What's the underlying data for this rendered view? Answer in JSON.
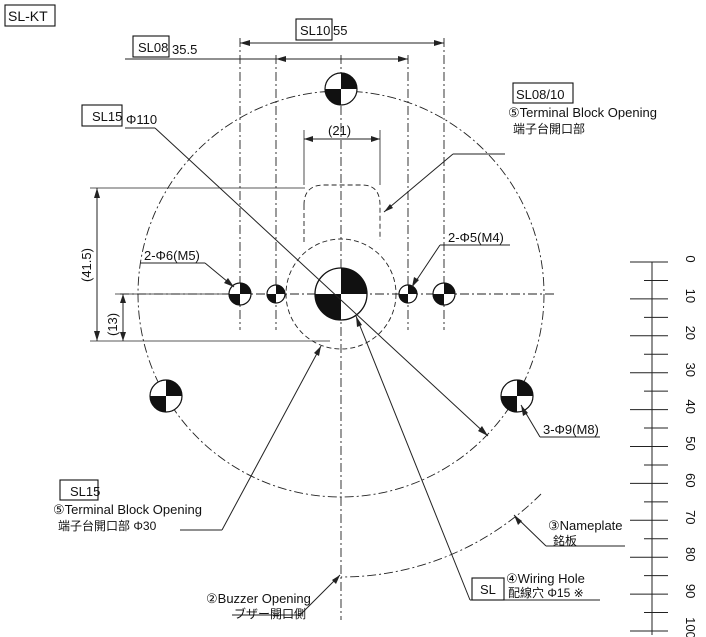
{
  "title": "SL-KT",
  "dims": {
    "sl10_tag": "SL10",
    "sl10_value": "55",
    "sl08_tag": "SL08",
    "sl08_value": "35.5",
    "sl15_tag": "SL15",
    "sl15_value": "Φ110",
    "w21": "(21)",
    "h41": "(41.5)",
    "h13": "(13)",
    "phi6": "2-Φ6(M5)",
    "phi5": "2-Φ5(M4)",
    "phi9": "3-Φ9(M8)"
  },
  "callouts": {
    "tb_top_tag": "SL08/10",
    "tb_top_en": "⑤Terminal Block Opening",
    "tb_top_jp": "端子台開口部",
    "tb_bottom_tag": "SL15",
    "tb_bottom_en": "⑤Terminal Block Opening",
    "tb_bottom_jp": "端子台開口部 Φ30",
    "nameplate_en": "③Nameplate",
    "nameplate_jp": "銘板",
    "wiring_tag": "SL",
    "wiring_en": "④Wiring Hole",
    "wiring_jp": "配線穴 Φ15 ※",
    "buzzer_en": "②Buzzer Opening",
    "buzzer_jp": "ブザー開口側"
  },
  "scale": {
    "labels": [
      "0",
      "10",
      "20",
      "30",
      "40",
      "50",
      "60",
      "70",
      "80",
      "90",
      "100"
    ]
  }
}
